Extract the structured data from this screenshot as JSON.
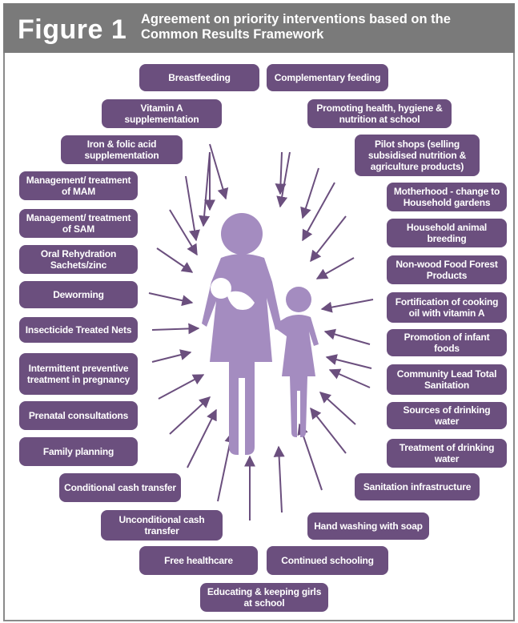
{
  "header": {
    "figure_label": "Figure 1",
    "title": "Agreement on priority interventions based on the Common Results Framework"
  },
  "colors": {
    "header_bg": "#7a7a7a",
    "box_fill": "#6b4f7e",
    "arrow": "#6b4f7e",
    "figure_fill": "#a48cc0"
  },
  "interventions": [
    "Breastfeeding",
    "Complementary feeding",
    "Vitamin A supplementation",
    "Promoting health, hygiene & nutrition at school",
    "Iron & folic acid supplementation",
    "Pilot shops (selling subsidised nutrition & agriculture products)",
    "Management/ treatment of MAM",
    "Motherhood - change to Household gardens",
    "Management/ treatment of SAM",
    "Household animal breeding",
    "Oral Rehydration Sachets/zinc",
    "Non-wood Food Forest Products",
    "Deworming",
    "Fortification of cooking oil with vitamin A",
    "Insecticide Treated Nets",
    "Promotion of infant foods",
    "Intermittent preventive treatment in pregnancy",
    "Community Lead Total Sanitation",
    "Prenatal consultations",
    "Sources of drinking water",
    "Family planning",
    "Treatment of drinking water",
    "Conditional cash transfer",
    "Sanitation infrastructure",
    "Unconditional cash transfer",
    "Hand washing with soap",
    "Free healthcare",
    "Continued schooling",
    "Educating & keeping girls at school"
  ]
}
